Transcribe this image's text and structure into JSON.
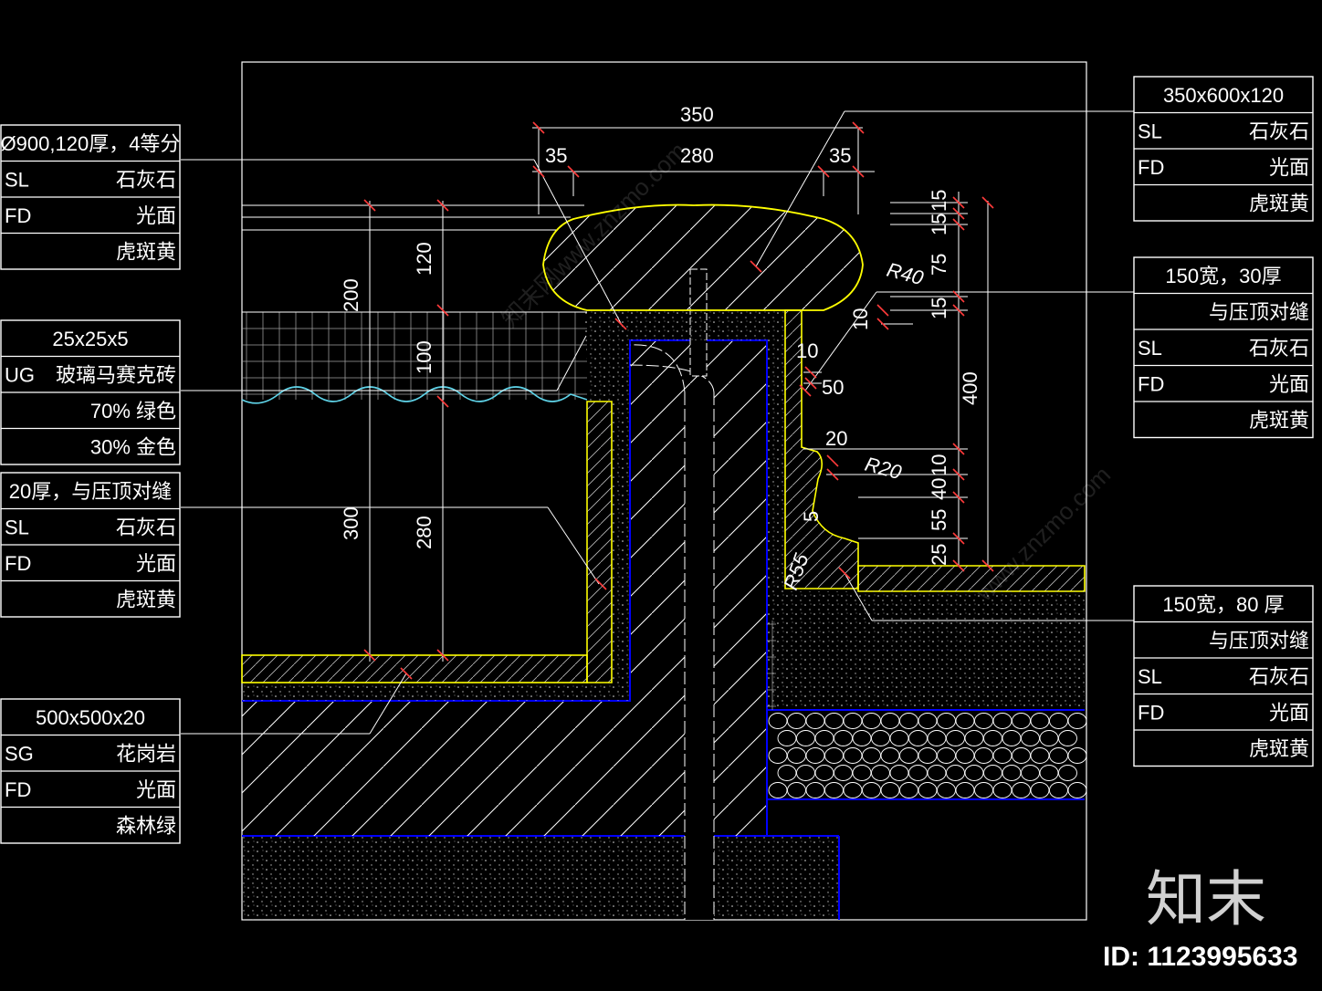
{
  "colors": {
    "background": "#000000",
    "frame": "#ffffff",
    "stone_outline": "#ffff00",
    "concrete_outline": "#0000ff",
    "tick": "#ff3b3b",
    "water": "#5fd3e8"
  },
  "dimensions": {
    "d350": "350",
    "d35a": "35",
    "d280top": "280",
    "d35b": "35",
    "d120": "120",
    "d200": "200",
    "d100": "100",
    "d300": "300",
    "d280side": "280",
    "d15a": "15",
    "d15b": "15",
    "d75": "75",
    "d15c": "15",
    "d400": "400",
    "d10a": "10",
    "d10b": "10",
    "d50": "50",
    "d20": "20",
    "d10c": "10",
    "d40": "40",
    "d55": "55",
    "d25": "25",
    "d5": "5",
    "r40": "R40",
    "r20": "R20",
    "r55": "R55"
  },
  "legends_left": [
    {
      "rows": [
        {
          "code": "",
          "value": "Ø900,120厚，4等分"
        },
        {
          "code": "SL",
          "value": "石灰石"
        },
        {
          "code": "FD",
          "value": "光面"
        },
        {
          "code": "",
          "value": "虎斑黄"
        }
      ]
    },
    {
      "rows": [
        {
          "code": "",
          "value": "25x25x5"
        },
        {
          "code": "UG",
          "value": "玻璃马赛克砖"
        },
        {
          "code": "",
          "value": "70%   绿色"
        },
        {
          "code": "",
          "value": "30%   金色"
        }
      ]
    },
    {
      "rows": [
        {
          "code": "",
          "value": "20厚，与压顶对缝"
        },
        {
          "code": "SL",
          "value": "石灰石"
        },
        {
          "code": "FD",
          "value": "光面"
        },
        {
          "code": "",
          "value": "虎斑黄"
        }
      ]
    },
    {
      "rows": [
        {
          "code": "",
          "value": "500x500x20"
        },
        {
          "code": "SG",
          "value": "花岗岩"
        },
        {
          "code": "FD",
          "value": "光面"
        },
        {
          "code": "",
          "value": "森林绿"
        }
      ]
    }
  ],
  "legends_right": [
    {
      "rows": [
        {
          "code": "",
          "value": "350x600x120"
        },
        {
          "code": "SL",
          "value": "石灰石"
        },
        {
          "code": "FD",
          "value": "光面"
        },
        {
          "code": "",
          "value": "虎斑黄"
        }
      ]
    },
    {
      "rows": [
        {
          "code": "",
          "value": "150宽，30厚"
        },
        {
          "code": "",
          "value": "与压顶对缝"
        },
        {
          "code": "SL",
          "value": "石灰石"
        },
        {
          "code": "FD",
          "value": "光面"
        },
        {
          "code": "",
          "value": "虎斑黄"
        }
      ]
    },
    {
      "rows": [
        {
          "code": "",
          "value": "150宽，80 厚"
        },
        {
          "code": "",
          "value": "与压顶对缝"
        },
        {
          "code": "SL",
          "value": "石灰石"
        },
        {
          "code": "FD",
          "value": "光面"
        },
        {
          "code": "",
          "value": "虎斑黄"
        }
      ]
    }
  ],
  "watermark": {
    "logo": "知末",
    "id_text": "ID: 1123995633",
    "tile_text_a": "知末网www.znzmo.com",
    "tile_text_b": "www.znzmo.com"
  }
}
